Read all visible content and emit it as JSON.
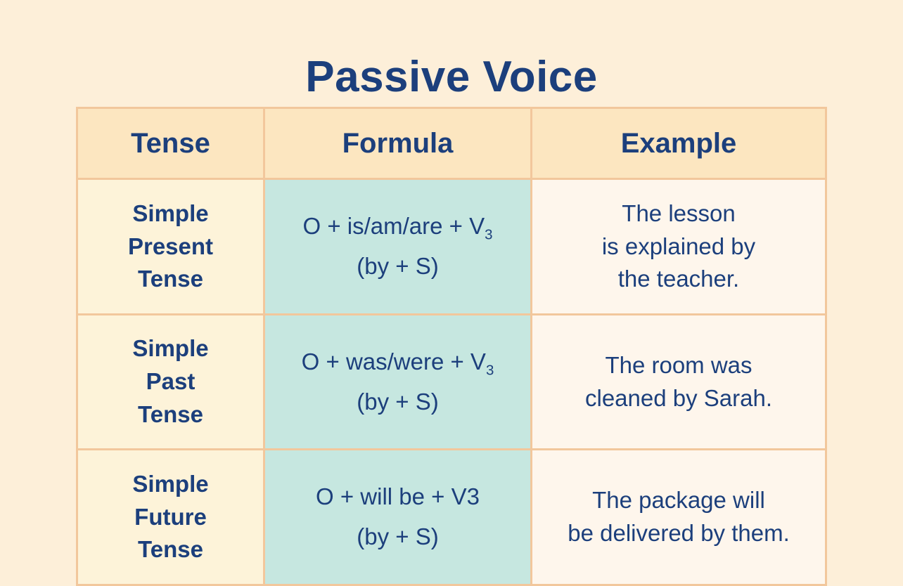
{
  "title": "Passive Voice",
  "table": {
    "headers": [
      "Tense",
      "Formula",
      "Example"
    ],
    "rows": [
      {
        "tense_lines": [
          "Simple",
          "Present",
          "Tense"
        ],
        "tense": "Simple Present Tense",
        "formula_main_prefix": "O + is/am/are + V",
        "formula_main_sub": "3",
        "formula_second": "(by + S)",
        "formula": "O + is/am/are + V3 (by + S)",
        "example_lines": [
          "The lesson",
          "is explained by",
          "the teacher."
        ],
        "example": "The lesson is explained by the teacher."
      },
      {
        "tense_lines": [
          "Simple",
          "Past",
          "Tense"
        ],
        "tense": "Simple Past Tense",
        "formula_main_prefix": "O + was/were + V",
        "formula_main_sub": "3",
        "formula_second": "(by + S)",
        "formula": "O + was/were + V3 (by + S)",
        "example_lines": [
          "The room was",
          "cleaned by Sarah."
        ],
        "example": "The room was cleaned by Sarah."
      },
      {
        "tense_lines": [
          "Simple",
          "Future",
          "Tense"
        ],
        "tense": "Simple Future Tense",
        "formula_main_prefix": "O + will be + V3",
        "formula_main_sub": "",
        "formula_second": "(by + S)",
        "formula": "O + will be + V3 (by + S)",
        "example_lines": [
          "The package will",
          "be delivered by them."
        ],
        "example": "The package will be delivered by them."
      }
    ]
  },
  "colors": {
    "page_background": "#fdefd9",
    "text": "#1c3f7c",
    "border": "#f2c79c",
    "header_cell": "#fce6c0",
    "tense_cell": "#fdf3d9",
    "formula_cell": "#c6e7e0",
    "example_cell": "#fef6ec"
  }
}
